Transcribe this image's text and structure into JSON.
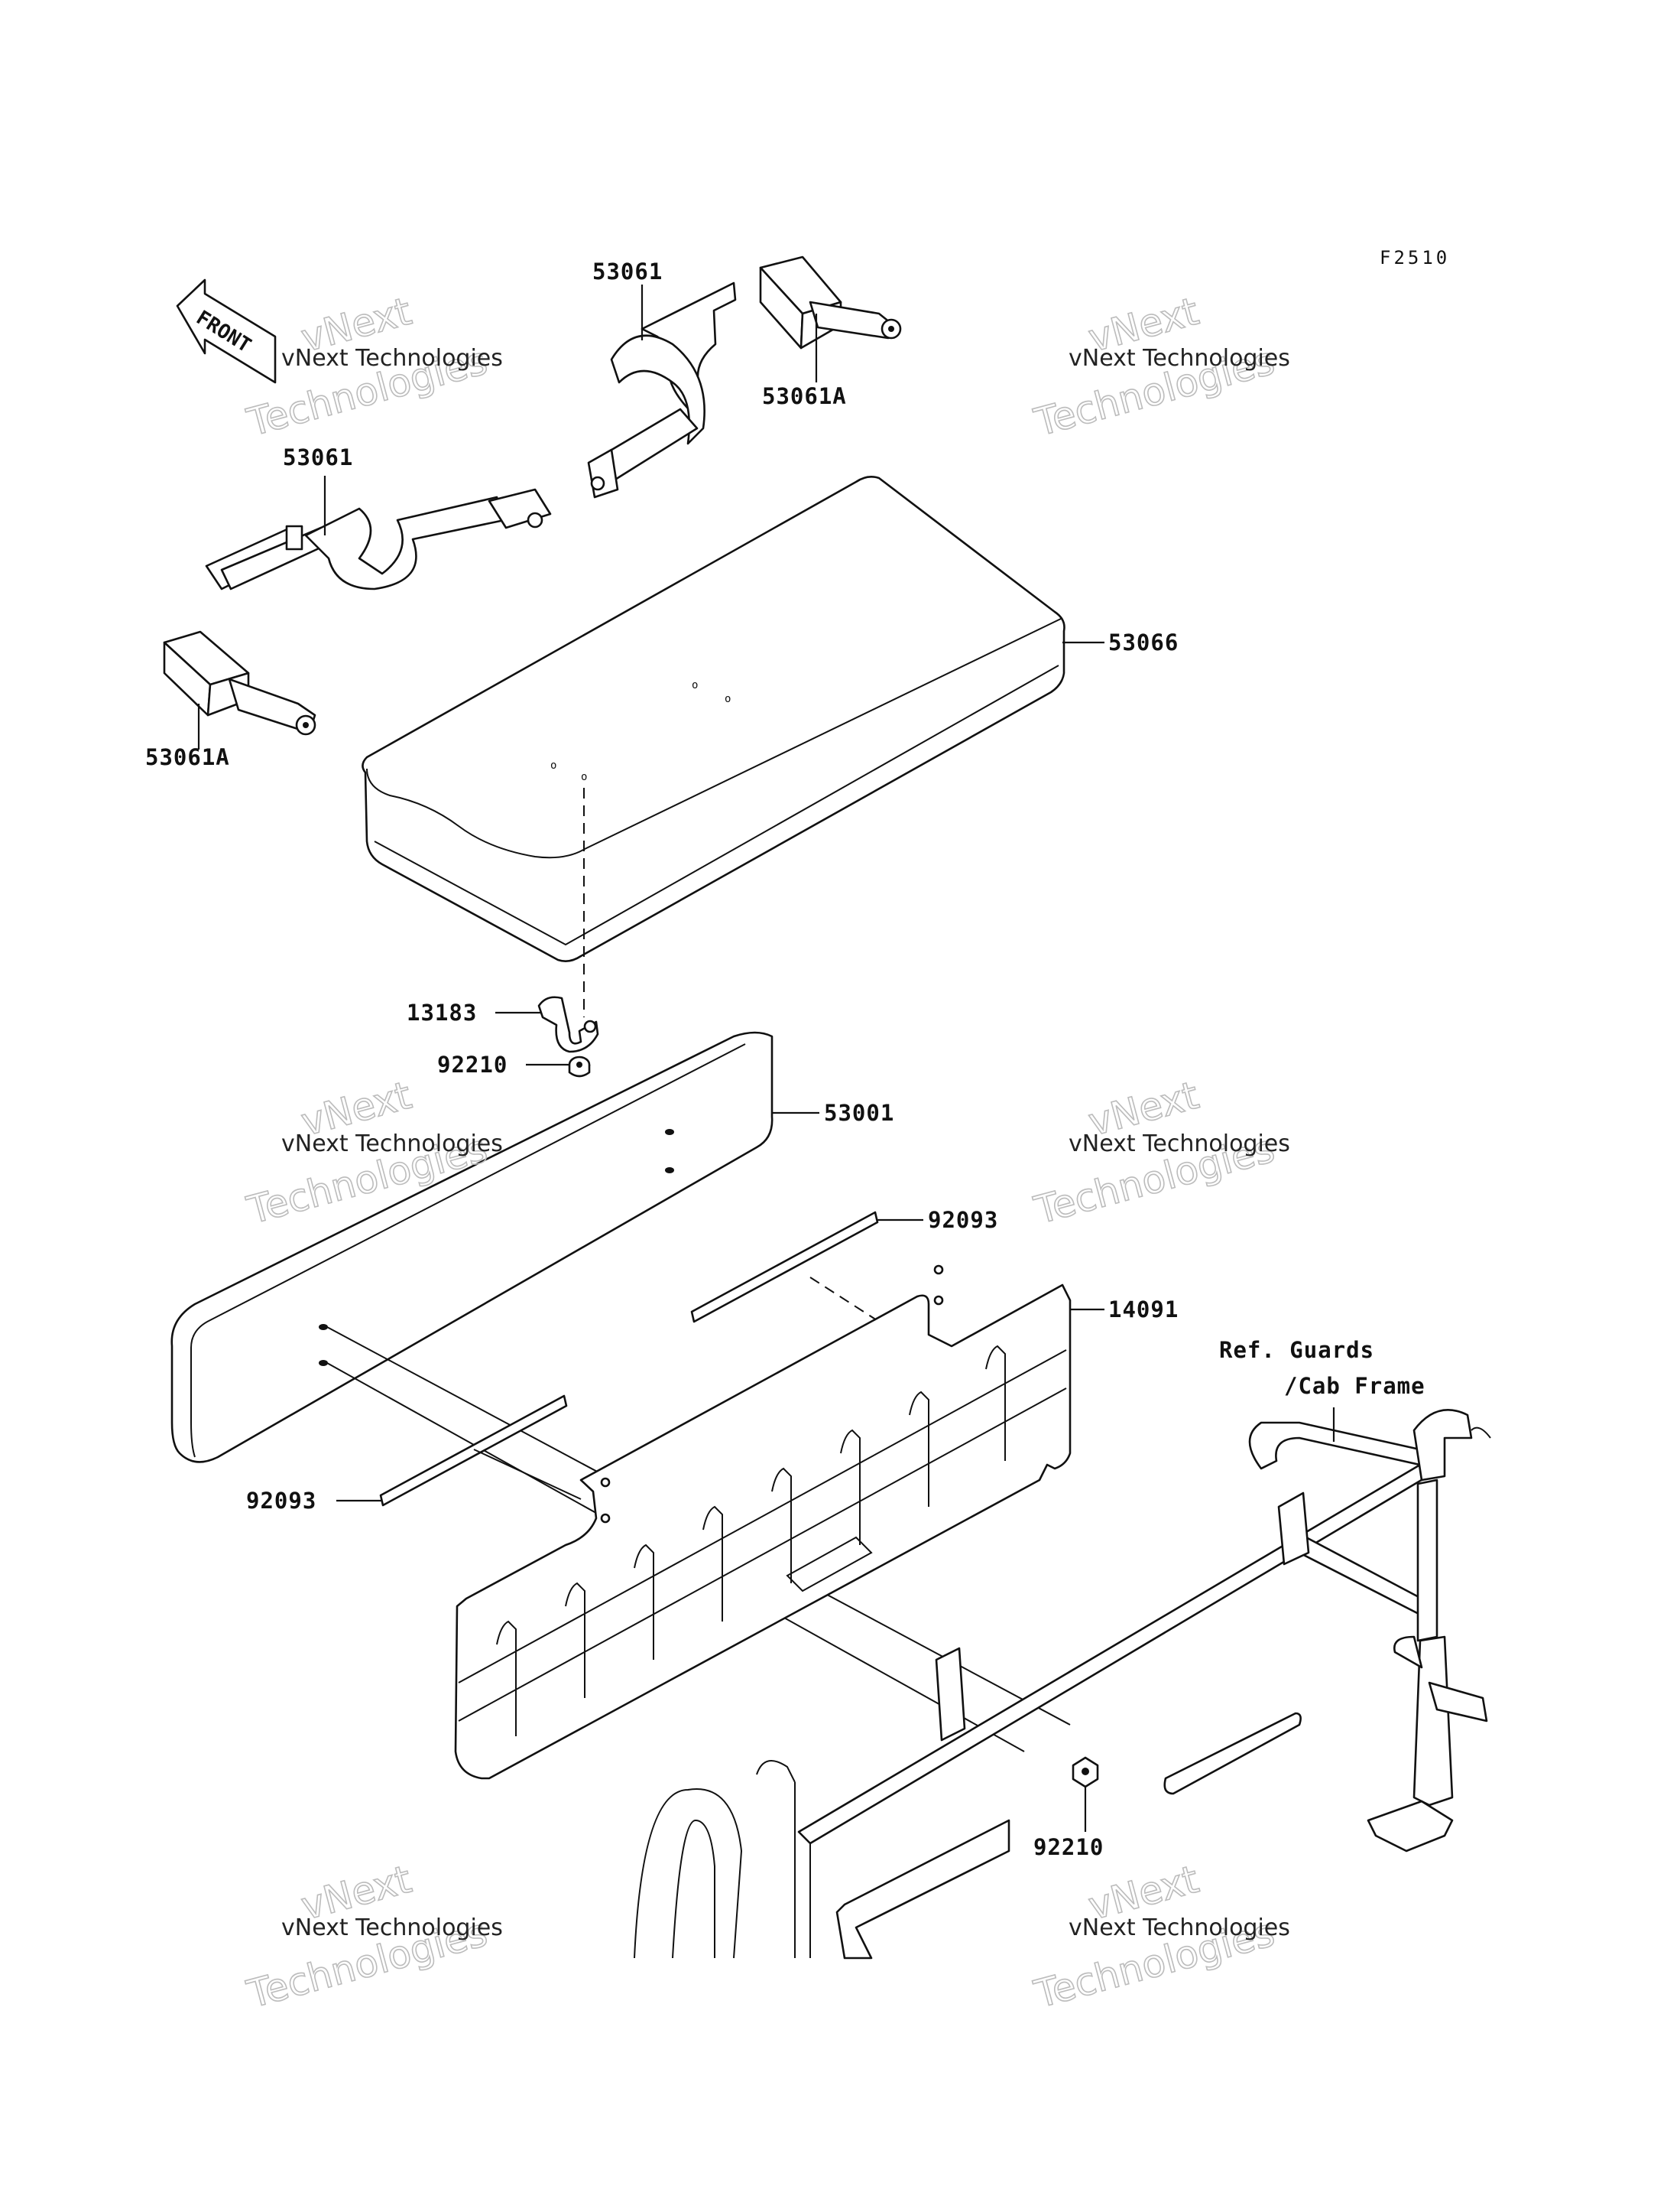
{
  "diagram": {
    "figure_code": "F2510",
    "front_label": "FRONT",
    "reference_note": [
      "Ref. Guards",
      "/Cab Frame"
    ],
    "callouts": {
      "strap_top": "53061",
      "buckle_top": "53061A",
      "strap_left": "53061",
      "buckle_left": "53061A",
      "seat": "53066",
      "bracket": "13183",
      "nut_upper": "92210",
      "backrest": "53001",
      "pad_upper": "92093",
      "panel": "14091",
      "pad_lower": "92093",
      "nut_lower": "92210"
    },
    "watermark": {
      "line1": "vNext Technologies",
      "line2": "vNext",
      "line3": "Technologies"
    }
  }
}
